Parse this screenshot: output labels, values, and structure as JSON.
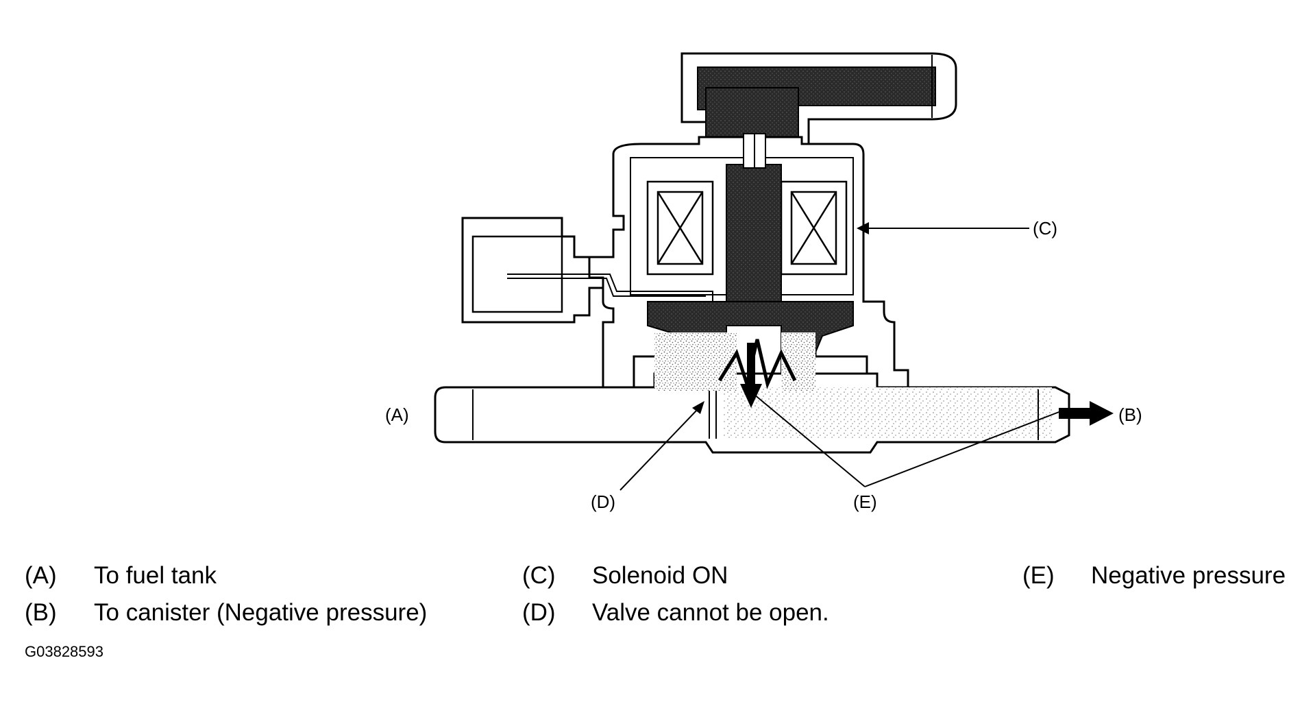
{
  "callouts": {
    "a": "(A)",
    "b": "(B)",
    "c": "(C)",
    "d": "(D)",
    "e": "(E)"
  },
  "legend": [
    {
      "key": "(A)",
      "text": "To fuel tank"
    },
    {
      "key": "(B)",
      "text": "To canister (Negative pressure)"
    },
    {
      "key": "(C)",
      "text": "Solenoid ON"
    },
    {
      "key": "(D)",
      "text": "Valve cannot be open."
    },
    {
      "key": "(E)",
      "text": "Negative pressure"
    }
  ],
  "figure_id": "G03828593",
  "colors": {
    "ink": "#000000",
    "dark_fill": "#2a2a2a",
    "stipple": "#bdbdbd",
    "background": "#ffffff"
  }
}
